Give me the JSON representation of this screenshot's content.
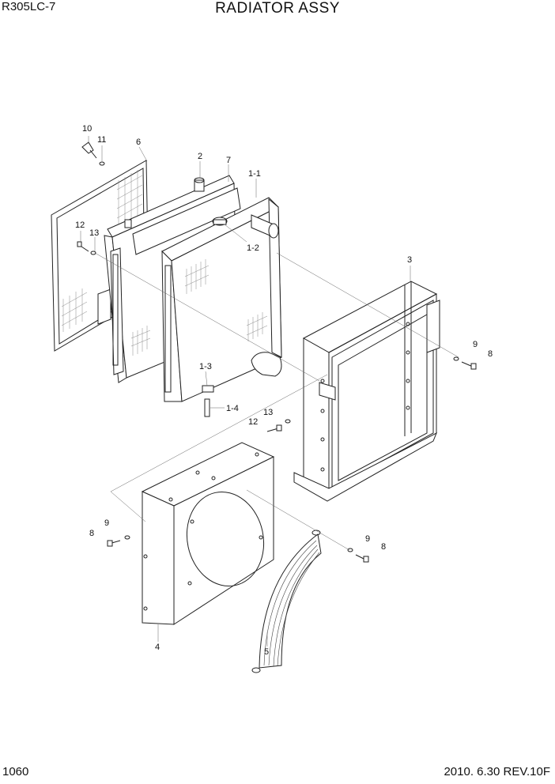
{
  "header": {
    "model": "R305LC-7",
    "title": "RADIATOR ASSY"
  },
  "footer": {
    "page": "1060",
    "revision": "2010. 6.30  REV.10F"
  },
  "callouts": {
    "c10": "10",
    "c11": "11",
    "c6": "6",
    "c2": "2",
    "c7": "7",
    "c1_1": "1-1",
    "c12a": "12",
    "c13a": "13",
    "c1_2": "1-2",
    "c3": "3",
    "c9a": "9",
    "c8a": "8",
    "c1_3": "1-3",
    "c1_4": "1-4",
    "c13b": "13",
    "c12b": "12",
    "c9b": "9",
    "c8b": "8",
    "c9c": "9",
    "c8c": "8",
    "c4": "4",
    "c5": "5"
  }
}
